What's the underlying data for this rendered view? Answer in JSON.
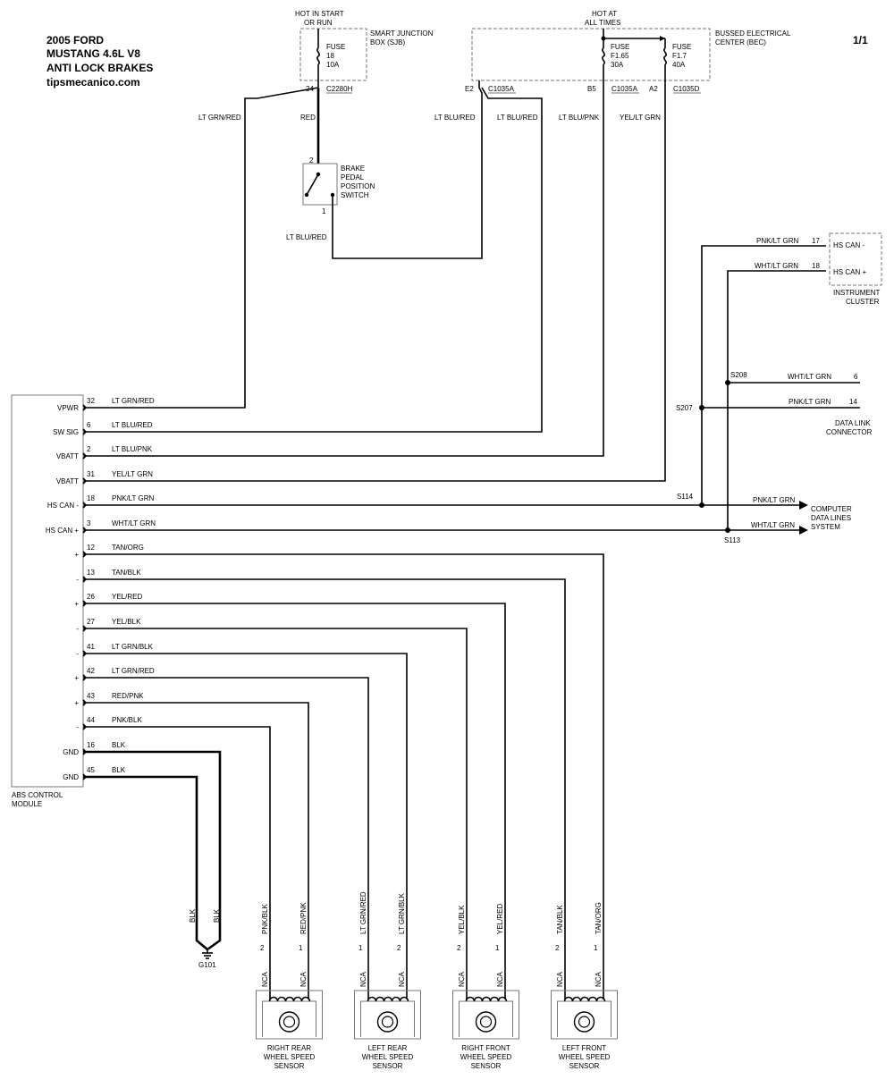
{
  "header": {
    "line1": "2005 FORD",
    "line2": "MUSTANG  4.6L V8",
    "line3": "ANTI LOCK BRAKES",
    "site": "tipsmecanico.com",
    "page": "1/1"
  },
  "power": {
    "hot_start_run_1": "HOT IN START",
    "hot_start_run_2": "OR RUN",
    "hot_all_1": "HOT AT",
    "hot_all_2": "ALL TIMES",
    "sjb_1": "SMART JUNCTION",
    "sjb_2": "BOX (SJB)",
    "bec_1": "BUSSED ELECTRICAL",
    "bec_2": "CENTER (BEC)",
    "fuse18": [
      "FUSE",
      "18",
      "10A"
    ],
    "fuse165": [
      "FUSE",
      "F1.65",
      "30A"
    ],
    "fuse17": [
      "FUSE",
      "F1.7",
      "40A"
    ],
    "pin24": "24",
    "c2280h": "C2280H",
    "pine2": "E2",
    "c1035a_1": "C1035A",
    "pinb5": "B5",
    "c1035a_2": "C1035A",
    "pina2": "A2",
    "c1035d": "C1035D"
  },
  "switch": {
    "label": [
      "BRAKE",
      "PEDAL",
      "POSITION",
      "SWITCH"
    ],
    "pin2": "2",
    "pin1": "1"
  },
  "wire_labels": {
    "lt_grn_red": "LT GRN/RED",
    "red": "RED",
    "lt_blu_red_a": "LT BLU/RED",
    "lt_blu_red_b": "LT BLU/RED",
    "lt_blu_pnk": "LT BLU/PNK",
    "yel_lt_grn": "YEL/LT GRN",
    "lt_blu_red_sw": "LT BLU/RED"
  },
  "cluster": {
    "pnk": "PNK/LT GRN",
    "pin17": "17",
    "hscanm": "HS CAN -",
    "wht": "WHT/LT GRN",
    "pin18": "18",
    "hscanp": "HS CAN +",
    "label1": "INSTRUMENT",
    "label2": "CLUSTER"
  },
  "dlc": {
    "s208": "S208",
    "wht": "WHT/LT GRN",
    "pin6": "6",
    "s207": "S207",
    "pnk": "PNK/LT GRN",
    "pin14": "14",
    "label1": "DATA LINK",
    "label2": "CONNECTOR"
  },
  "cdl": {
    "s114": "S114",
    "s113": "S113",
    "pnk": "PNK/LT GRN",
    "wht": "WHT/LT GRN",
    "label1": "COMPUTER",
    "label2": "DATA LINES",
    "label3": "SYSTEM"
  },
  "module": {
    "label1": "ABS CONTROL",
    "label2": "MODULE",
    "pins": [
      {
        "name": "VPWR",
        "pin": "32",
        "wire": "LT GRN/RED"
      },
      {
        "name": "SW SIG",
        "pin": "6",
        "wire": "LT BLU/RED"
      },
      {
        "name": "VBATT",
        "pin": "2",
        "wire": "LT BLU/PNK"
      },
      {
        "name": "VBATT",
        "pin": "31",
        "wire": "YEL/LT GRN"
      },
      {
        "name": "HS CAN -",
        "pin": "18",
        "wire": "PNK/LT GRN"
      },
      {
        "name": "HS CAN +",
        "pin": "3",
        "wire": "WHT/LT GRN"
      },
      {
        "name": "+",
        "pin": "12",
        "wire": "TAN/ORG"
      },
      {
        "name": "-",
        "pin": "13",
        "wire": "TAN/BLK"
      },
      {
        "name": "+",
        "pin": "26",
        "wire": "YEL/RED"
      },
      {
        "name": "-",
        "pin": "27",
        "wire": "YEL/BLK"
      },
      {
        "name": "-",
        "pin": "41",
        "wire": "LT GRN/BLK"
      },
      {
        "name": "+",
        "pin": "42",
        "wire": "LT GRN/RED"
      },
      {
        "name": "+",
        "pin": "43",
        "wire": "RED/PNK"
      },
      {
        "name": "-",
        "pin": "44",
        "wire": "PNK/BLK"
      },
      {
        "name": "GND",
        "pin": "16",
        "wire": "BLK"
      },
      {
        "name": "GND",
        "pin": "45",
        "wire": "BLK"
      }
    ]
  },
  "ground": {
    "label": "G101",
    "wire1": "BLK",
    "wire2": "BLK"
  },
  "sensors": [
    {
      "l1": "RIGHT REAR",
      "l2": "WHEEL SPEED",
      "l3": "SENSOR",
      "wl": "PNK/BLK",
      "wr": "RED/PNK",
      "pl": "2",
      "pr": "1",
      "nca": "NCA"
    },
    {
      "l1": "LEFT REAR",
      "l2": "WHEEL SPEED",
      "l3": "SENSOR",
      "wl": "LT GRN/RED",
      "wr": "LT GRN/BLK",
      "pl": "1",
      "pr": "2",
      "nca": "NCA"
    },
    {
      "l1": "RIGHT FRONT",
      "l2": "WHEEL SPEED",
      "l3": "SENSOR",
      "wl": "YEL/BLK",
      "wr": "YEL/RED",
      "pl": "2",
      "pr": "1",
      "nca": "NCA"
    },
    {
      "l1": "LEFT FRONT",
      "l2": "WHEEL SPEED",
      "l3": "SENSOR",
      "wl": "TAN/BLK",
      "wr": "TAN/ORG",
      "pl": "2",
      "pr": "1",
      "nca": "NCA"
    }
  ]
}
